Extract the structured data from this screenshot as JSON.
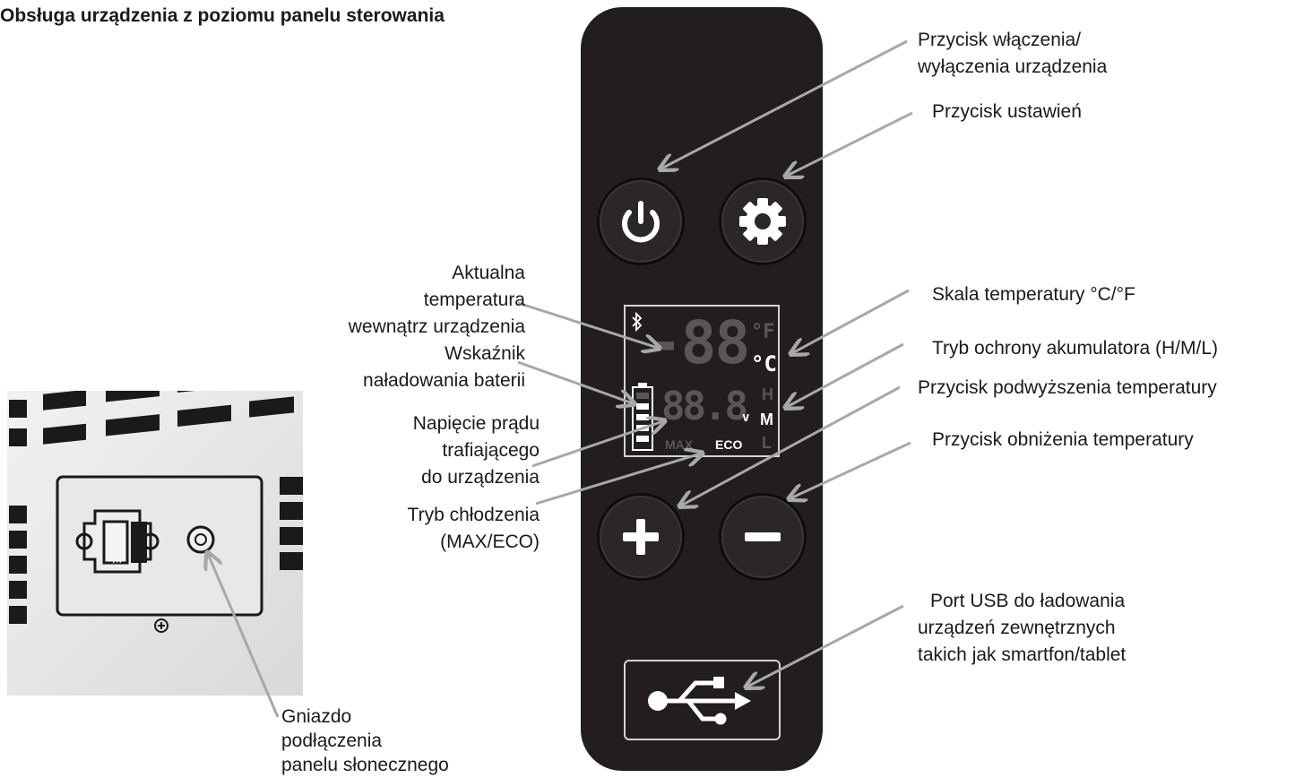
{
  "title": "Obsługa urządzenia z poziomu panelu sterowania",
  "labels": {
    "power": [
      "Przycisk włączenia/",
      "wyłączenia urządzenia"
    ],
    "settings": [
      "Przycisk ustawień"
    ],
    "current_temp": [
      "Aktualna",
      "temperatura",
      "wewnątrz urządzenia"
    ],
    "battery": [
      "Wskaźnik",
      "naładowania baterii"
    ],
    "voltage": [
      "Napięcie prądu",
      "trafiającego",
      "do urządzenia"
    ],
    "cooling_mode": [
      "Tryb chłodzenia",
      "(MAX/ECO)"
    ],
    "temp_scale": [
      "Skala temperatury °C/°F"
    ],
    "battery_protection": [
      "Tryb ochrony akumulatora (H/M/L)"
    ],
    "temp_up": [
      "Przycisk podwyższenia temperatury"
    ],
    "temp_down": [
      "Przycisk obniżenia temperatury"
    ],
    "usb": [
      "Port USB do ładowania",
      "urządzeń zewnętrznych",
      "takich jak smartfon/tablet"
    ],
    "solar": [
      "Gniazdo",
      "podłączenia",
      "panelu słonecznego"
    ]
  },
  "display": {
    "temp_digits": "-88",
    "unit_f": "°F",
    "unit_c": "°C",
    "voltage_digits": "88.8",
    "voltage_unit": "v",
    "mode_max": "MAX",
    "mode_eco": "ECO",
    "level_h": "H",
    "level_m": "M",
    "level_l": "L"
  },
  "device": {
    "fuse_label": "FUSE"
  },
  "icons": {
    "power": "power-icon",
    "settings": "gear-icon",
    "plus": "plus-icon",
    "minus": "minus-icon",
    "usb": "usb-icon",
    "bluetooth": "bluetooth-icon"
  },
  "colors": {
    "panel": "#221e1f",
    "display_lit": "#ffffff",
    "display_dim": "#5a5556",
    "leader_line": "#a8a8a8"
  }
}
